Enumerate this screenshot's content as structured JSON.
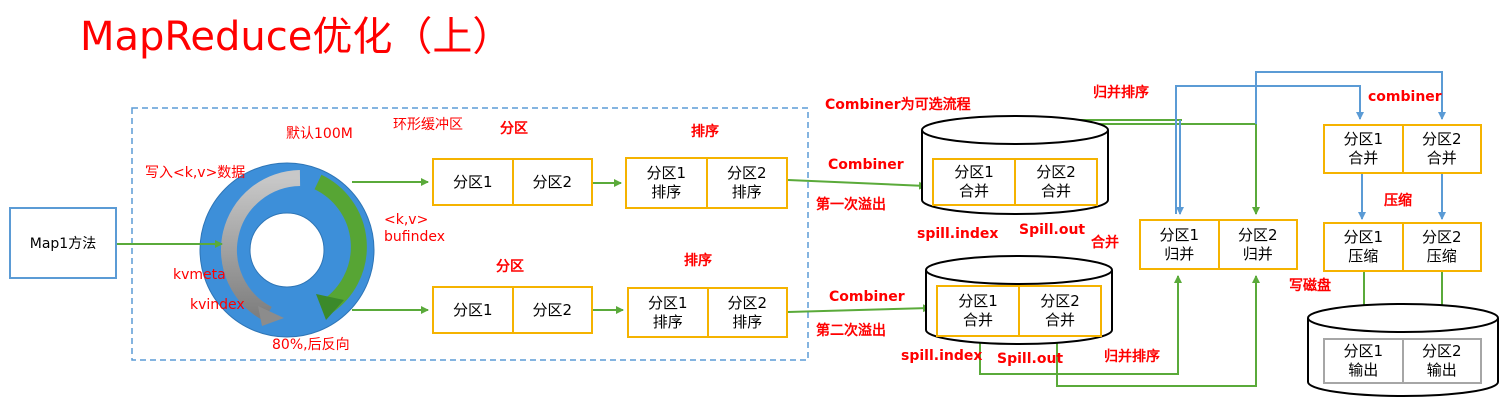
{
  "title": "MapReduce优化（上）",
  "map_method": "Map1方法",
  "labels": {
    "write_kv": "写入<k,v>数据",
    "default_100m": "默认100M",
    "ring_buffer": "环形缓冲区",
    "partition_top": "分区",
    "sort_top": "排序",
    "partition_bottom": "分区",
    "sort_bottom": "排序",
    "kv_bufindex": "<k,v>\nbufindex",
    "kvmeta": "kvmeta",
    "kvindex": "kvindex",
    "reverse_80": "80%,后反向",
    "combiner_optional": "Combiner为可选流程",
    "combiner_1": "Combiner",
    "combiner_2": "Combiner",
    "first_spill": "第一次溢出",
    "second_spill": "第二次溢出",
    "spill_index_1": "spill.index",
    "spill_out_1": "Spill.out",
    "spill_index_2": "spill.index",
    "spill_out_2": "Spill.out",
    "merge": "合并",
    "merge_sort_top": "归并排序",
    "merge_sort_bottom": "归并排序",
    "combiner_lower": "combiner",
    "compress": "压缩",
    "write_disk": "写磁盘"
  },
  "boxes": {
    "partition_top": [
      [
        "分区1"
      ],
      [
        "分区2"
      ]
    ],
    "sort_top": [
      [
        "分区1",
        "排序"
      ],
      [
        "分区2",
        "排序"
      ]
    ],
    "partition_bottom": [
      [
        "分区1"
      ],
      [
        "分区2"
      ]
    ],
    "sort_bottom": [
      [
        "分区1",
        "排序"
      ],
      [
        "分区2",
        "排序"
      ]
    ],
    "spill1": [
      [
        "分区1",
        "合并"
      ],
      [
        "分区2",
        "合并"
      ]
    ],
    "spill2": [
      [
        "分区1",
        "合并"
      ],
      [
        "分区2",
        "合并"
      ]
    ],
    "merged": [
      [
        "分区1",
        "归并"
      ],
      [
        "分区2",
        "归并"
      ]
    ],
    "combined": [
      [
        "分区1",
        "合并"
      ],
      [
        "分区2",
        "合并"
      ]
    ],
    "compressed": [
      [
        "分区1",
        "压缩"
      ],
      [
        "分区2",
        "压缩"
      ]
    ],
    "output": [
      [
        "分区1",
        "输出"
      ],
      [
        "分区2",
        "输出"
      ]
    ]
  },
  "colors": {
    "title": "#ff0000",
    "label": "#ff0000",
    "box_border": "#f5b300",
    "green_arrow": "#5aaa3a",
    "blue_arrow": "#5b9bd5",
    "ring": "#3d8fd9"
  }
}
